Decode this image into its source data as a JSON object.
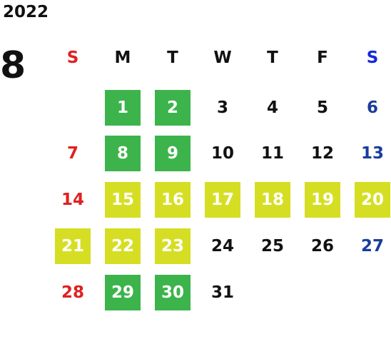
{
  "calendar": {
    "year": "2022",
    "month": "8",
    "weekdays": [
      "S",
      "M",
      "T",
      "W",
      "T",
      "F",
      "S"
    ],
    "colors": {
      "green": "#3cb44b",
      "yellow": "#d6de23",
      "sunday": "#e02020",
      "saturday": "#1a3d9c",
      "saturday_header": "#1428d9"
    },
    "weeks": [
      [
        null,
        {
          "d": "1",
          "hl": "green"
        },
        {
          "d": "2",
          "hl": "green"
        },
        {
          "d": "3"
        },
        {
          "d": "4"
        },
        {
          "d": "5"
        },
        {
          "d": "6"
        }
      ],
      [
        {
          "d": "7"
        },
        {
          "d": "8",
          "hl": "green"
        },
        {
          "d": "9",
          "hl": "green"
        },
        {
          "d": "10"
        },
        {
          "d": "11"
        },
        {
          "d": "12"
        },
        {
          "d": "13"
        }
      ],
      [
        {
          "d": "14"
        },
        {
          "d": "15",
          "hl": "yellow"
        },
        {
          "d": "16",
          "hl": "yellow"
        },
        {
          "d": "17",
          "hl": "yellow"
        },
        {
          "d": "18",
          "hl": "yellow"
        },
        {
          "d": "19",
          "hl": "yellow"
        },
        {
          "d": "20",
          "hl": "yellow"
        }
      ],
      [
        {
          "d": "21",
          "hl": "yellow"
        },
        {
          "d": "22",
          "hl": "yellow"
        },
        {
          "d": "23",
          "hl": "yellow"
        },
        {
          "d": "24"
        },
        {
          "d": "25"
        },
        {
          "d": "26"
        },
        {
          "d": "27"
        }
      ],
      [
        {
          "d": "28"
        },
        {
          "d": "29",
          "hl": "green"
        },
        {
          "d": "30",
          "hl": "green"
        },
        {
          "d": "31"
        },
        null,
        null,
        null
      ]
    ]
  }
}
